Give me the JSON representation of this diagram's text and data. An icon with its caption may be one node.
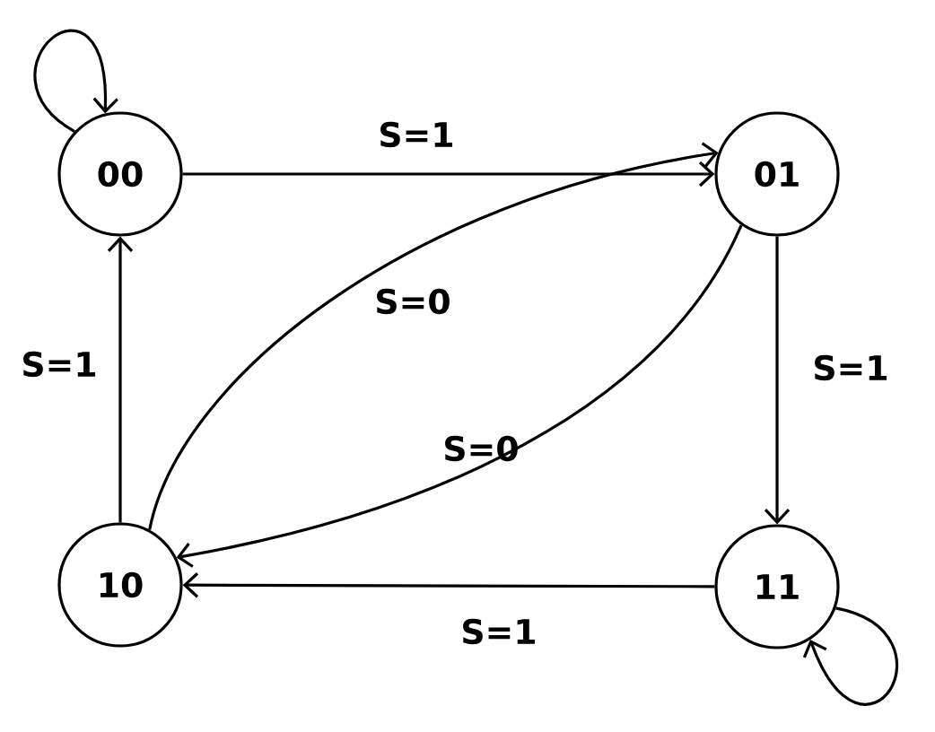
{
  "diagram": {
    "nodes": [
      {
        "text": [
          "00"
        ]
      },
      {
        "text": [
          "01"
        ]
      },
      {
        "text": [
          "10"
        ]
      },
      {
        "text": [
          "11"
        ]
      }
    ],
    "edges": [
      {
        "from": 0,
        "to": 0,
        "arrow": "to"
      },
      {
        "from": 0,
        "to": 1,
        "arrow": "to",
        "label": "S=1"
      },
      {
        "from": 2,
        "to": 0,
        "arrow": "to",
        "label": "S=1"
      },
      {
        "from": 2,
        "to": 1,
        "arrow": "to",
        "label": "S=0"
      },
      {
        "from": 1,
        "to": 2,
        "arrow": "to",
        "label": "S=0"
      },
      {
        "from": 1,
        "to": 3,
        "arrow": "to",
        "label": "S=1"
      },
      {
        "from": 3,
        "to": 2,
        "arrow": "to",
        "label": "S=1"
      },
      {
        "from": 3,
        "to": 3,
        "arrow": "to"
      }
    ]
  }
}
